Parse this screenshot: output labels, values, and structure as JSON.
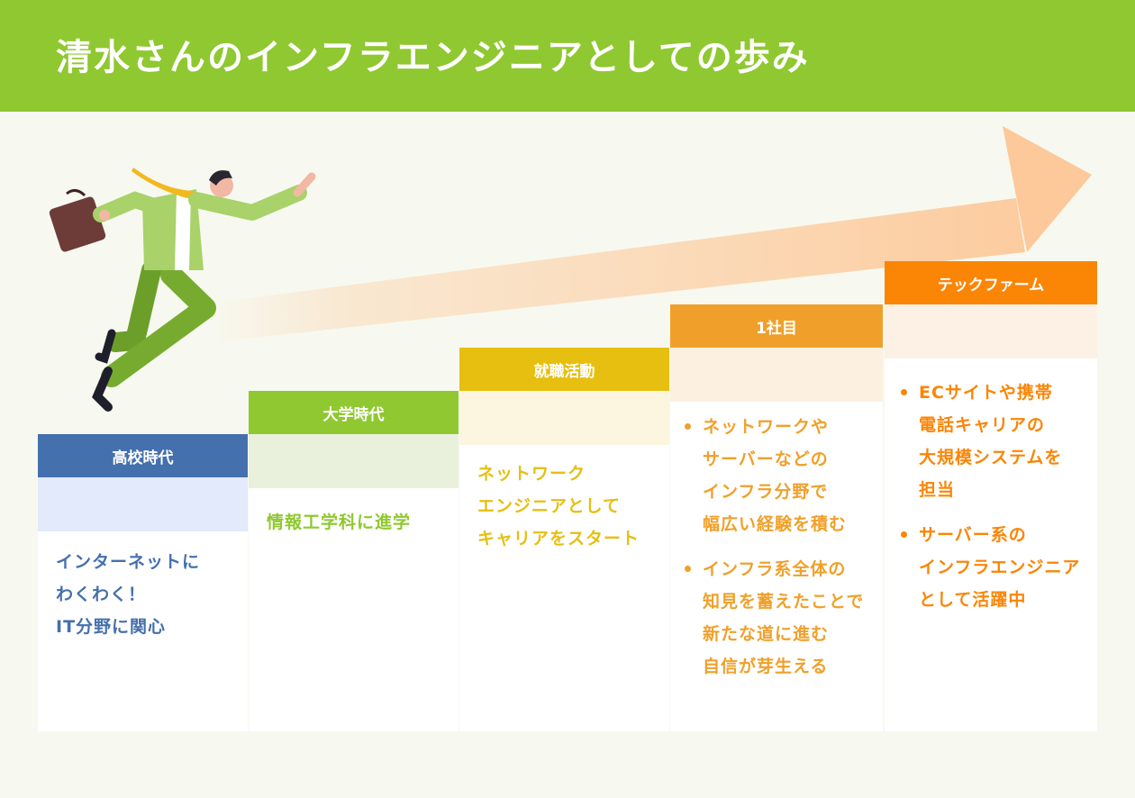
{
  "header": {
    "title": "清水さんのインフラエンジニアとしての歩み",
    "background_color": "#8fc830"
  },
  "steps": [
    {
      "label": "高校時代",
      "color": "#4470ad",
      "lines": [
        "インターネットに",
        "わくわく！",
        "IT分野に関心"
      ]
    },
    {
      "label": "大学時代",
      "color": "#8fc830",
      "lines": [
        "情報工学科に進学"
      ]
    },
    {
      "label": "就職活動",
      "color": "#e6bf10",
      "lines": [
        "ネットワーク",
        "エンジニアとして",
        "キャリアをスタート"
      ]
    },
    {
      "label": "1社目",
      "color": "#f0a02a",
      "bullets": [
        [
          "ネットワークや",
          "サーバーなどの",
          "インフラ分野で",
          "幅広い経験を積む"
        ],
        [
          "インフラ系全体の",
          "知見を蓄えたことで",
          "新たな道に進む",
          "自信が芽生える"
        ]
      ]
    },
    {
      "label": "テックファーム",
      "color": "#fb8505",
      "bullets": [
        [
          "ECサイトや携帯",
          "電話キャリアの",
          "大規模システムを",
          "担当"
        ],
        [
          "サーバー系の",
          "インフラエンジニア",
          "として活躍中"
        ]
      ]
    }
  ],
  "illustration": {
    "figure": "running-businessman-icon",
    "arrow": "growth-arrow-icon",
    "arrow_color": "#fdc99a"
  }
}
